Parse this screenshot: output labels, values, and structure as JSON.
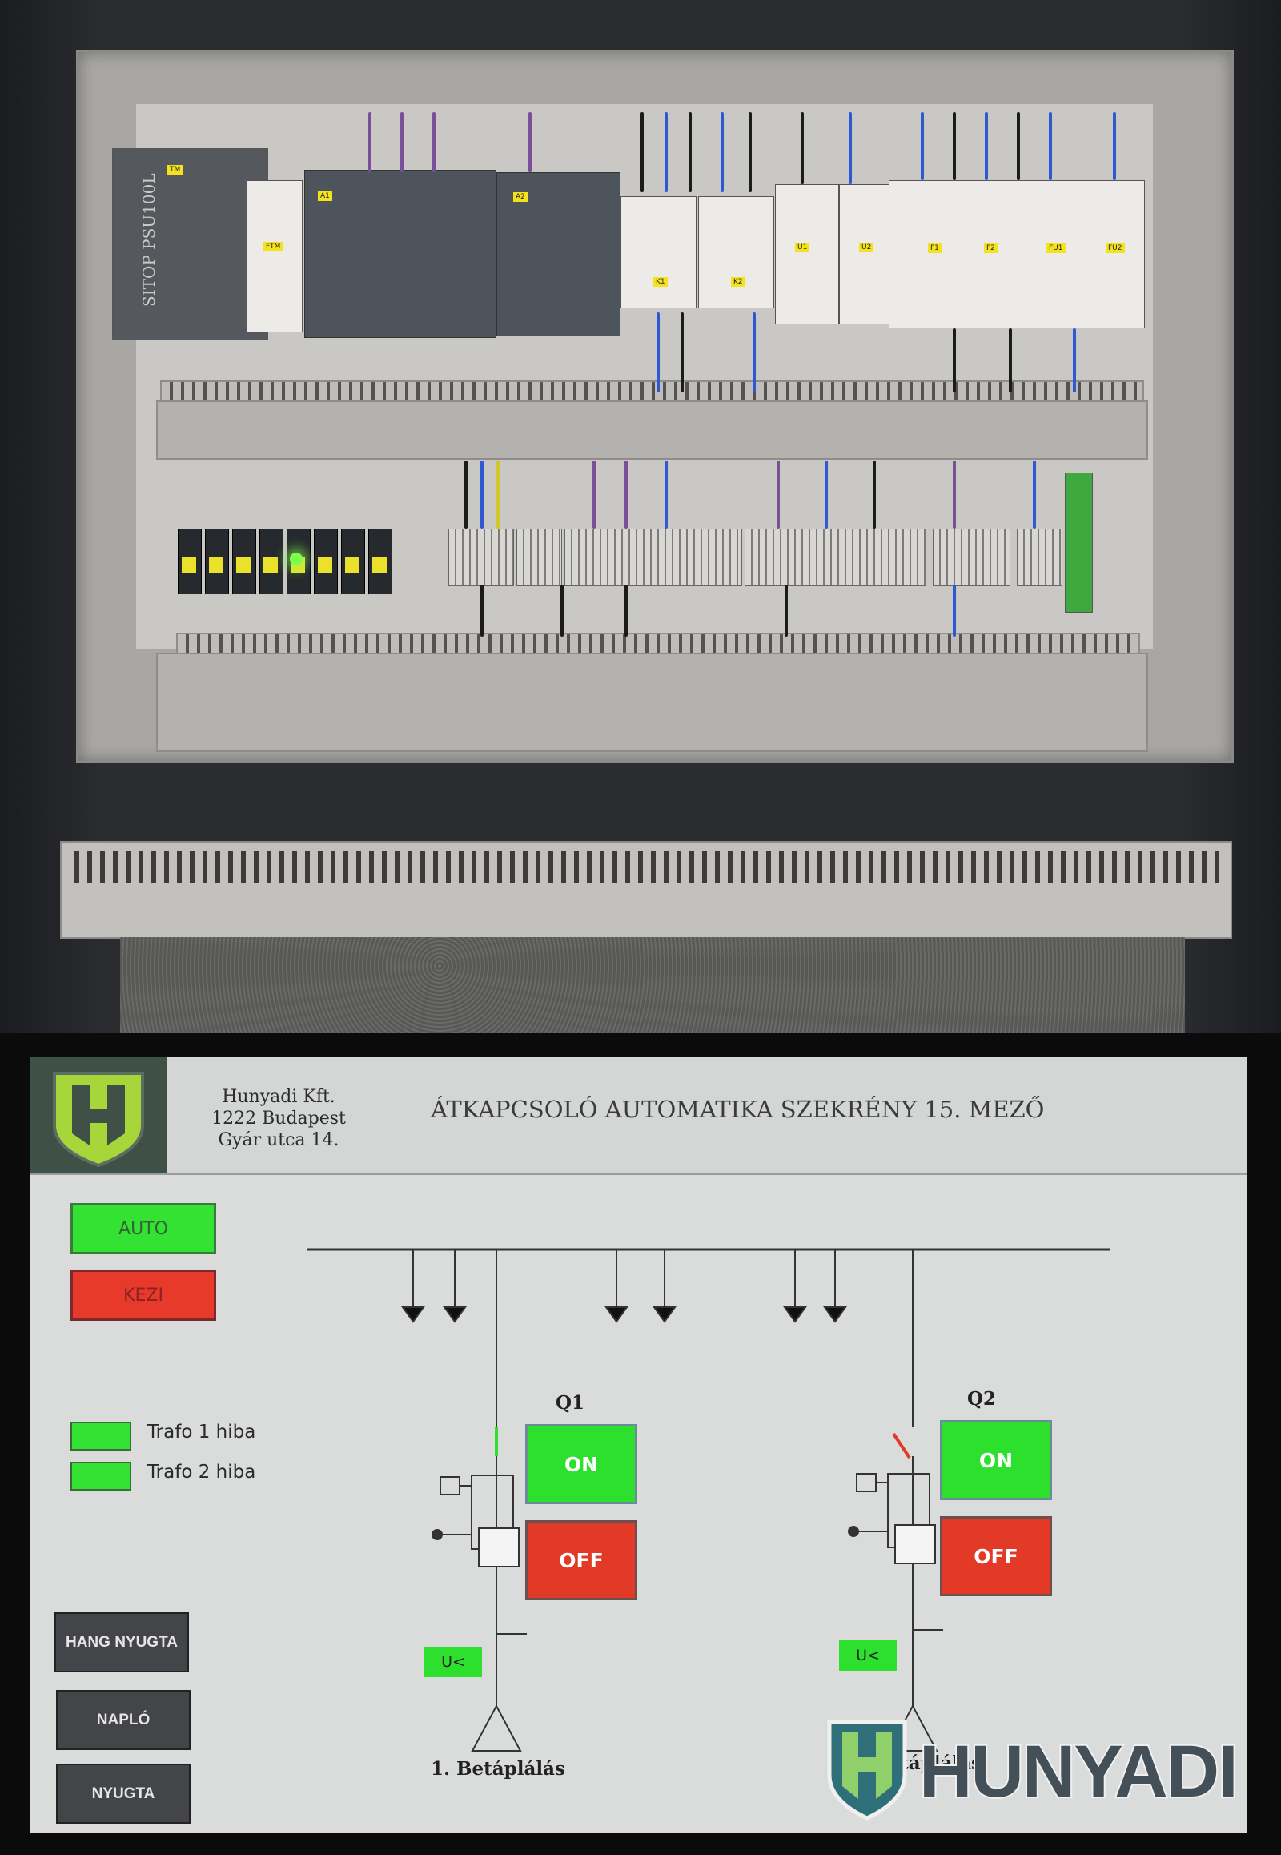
{
  "cabinet": {
    "psu_label": "SITOP PSU100L",
    "tags": {
      "tm": "TM",
      "ftm": "FTM",
      "a1": "A1",
      "a2": "A2",
      "k1": "K1",
      "k2": "K2",
      "u1": "U1",
      "u2": "U2",
      "f1": "F1",
      "f2": "F2",
      "fu1": "FU1",
      "fu2": "FU2"
    }
  },
  "hmi": {
    "company": {
      "name": "Hunyadi Kft.",
      "address_line1": "1222 Budapest",
      "address_line2": "Gyár utca 14."
    },
    "title": "ÁTKAPCSOLÓ AUTOMATIKA SZEKRÉNY 15. MEZŐ",
    "mode_buttons": {
      "auto": "AUTO",
      "kezi": "KEZI"
    },
    "indicators": [
      {
        "label": "Trafo 1 hiba",
        "color": "#33e233"
      },
      {
        "label": "Trafo 2 hiba",
        "color": "#33e233"
      }
    ],
    "side_buttons": {
      "hang_nyugta": "HANG NYUGTA",
      "naplo": "NAPLÓ",
      "nyugta": "NYUGTA"
    },
    "breakers": [
      {
        "name": "Q1",
        "on_label": "ON",
        "off_label": "OFF",
        "uless": "U<",
        "feed_label": "1. Betáplálás",
        "state": "closed"
      },
      {
        "name": "Q2",
        "on_label": "ON",
        "off_label": "OFF",
        "uless": "U<",
        "feed_label": "2. Betáplálás",
        "state": "open"
      }
    ],
    "watermark": "HUNYADI",
    "colors": {
      "on": "#2ee02e",
      "off": "#e33a28",
      "indicator": "#33e233",
      "logo_green": "#a6d63a",
      "logo_dark": "#3f5047"
    }
  }
}
